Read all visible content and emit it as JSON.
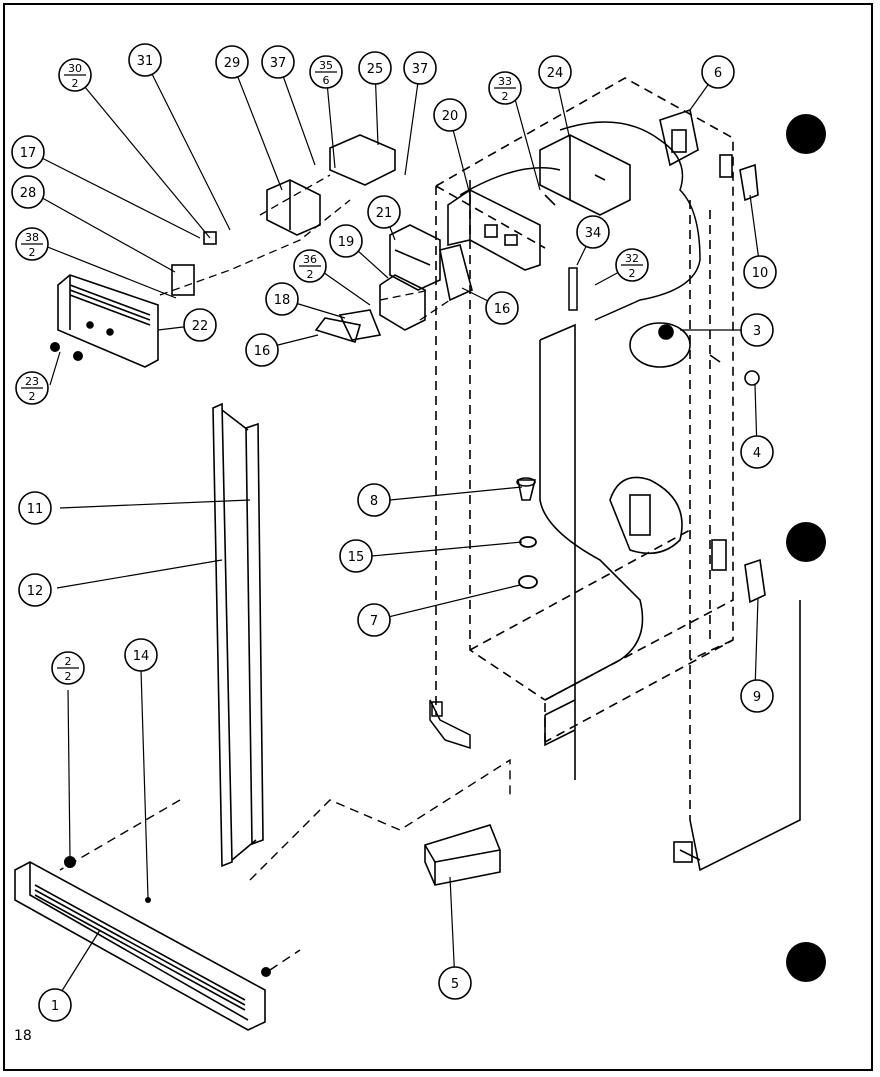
{
  "page_number": "18",
  "callouts": [
    {
      "id": "30",
      "num": "30",
      "den": "2"
    },
    {
      "id": "31",
      "num": "31"
    },
    {
      "id": "29",
      "num": "29"
    },
    {
      "id": "37a",
      "num": "37"
    },
    {
      "id": "35",
      "num": "35",
      "den": "6"
    },
    {
      "id": "25",
      "num": "25"
    },
    {
      "id": "37b",
      "num": "37"
    },
    {
      "id": "33",
      "num": "33",
      "den": "2"
    },
    {
      "id": "24",
      "num": "24"
    },
    {
      "id": "6",
      "num": "6"
    },
    {
      "id": "17",
      "num": "17"
    },
    {
      "id": "28",
      "num": "28"
    },
    {
      "id": "38",
      "num": "38",
      "den": "2"
    },
    {
      "id": "20",
      "num": "20"
    },
    {
      "id": "21",
      "num": "21"
    },
    {
      "id": "19",
      "num": "19"
    },
    {
      "id": "36",
      "num": "36",
      "den": "2"
    },
    {
      "id": "18",
      "num": "18"
    },
    {
      "id": "16a",
      "num": "16"
    },
    {
      "id": "16b",
      "num": "16"
    },
    {
      "id": "34",
      "num": "34"
    },
    {
      "id": "32",
      "num": "32",
      "den": "2"
    },
    {
      "id": "10",
      "num": "10"
    },
    {
      "id": "3",
      "num": "3"
    },
    {
      "id": "4",
      "num": "4"
    },
    {
      "id": "22",
      "num": "22"
    },
    {
      "id": "23",
      "num": "23",
      "den": "2"
    },
    {
      "id": "11",
      "num": "11"
    },
    {
      "id": "12",
      "num": "12"
    },
    {
      "id": "8",
      "num": "8"
    },
    {
      "id": "15",
      "num": "15"
    },
    {
      "id": "7",
      "num": "7"
    },
    {
      "id": "9",
      "num": "9"
    },
    {
      "id": "2",
      "num": "2",
      "den": "2"
    },
    {
      "id": "14",
      "num": "14"
    },
    {
      "id": "1",
      "num": "1"
    },
    {
      "id": "5",
      "num": "5"
    }
  ]
}
